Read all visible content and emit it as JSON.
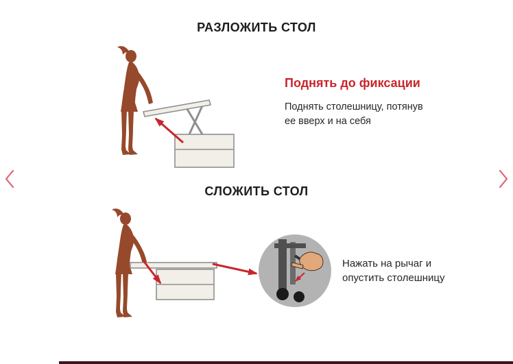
{
  "page": {
    "background": "#ffffff",
    "accent_red": "#c9252c",
    "text_color": "#1d1d1b",
    "silhouette_color": "#96492b",
    "chevron_color": "#dd6b7b",
    "bottom_bar_color": "#42111c"
  },
  "unfold_section": {
    "title": "РАЗЛОЖИТЬ СТОЛ",
    "step_title": "Поднять до фиксации",
    "step_text": "Поднять столешницу, потянув ее вверх и на себя"
  },
  "fold_section": {
    "title": "СЛОЖИТЬ СТОЛ",
    "step_text": "Нажать на рычаг и опустить столешницу"
  }
}
